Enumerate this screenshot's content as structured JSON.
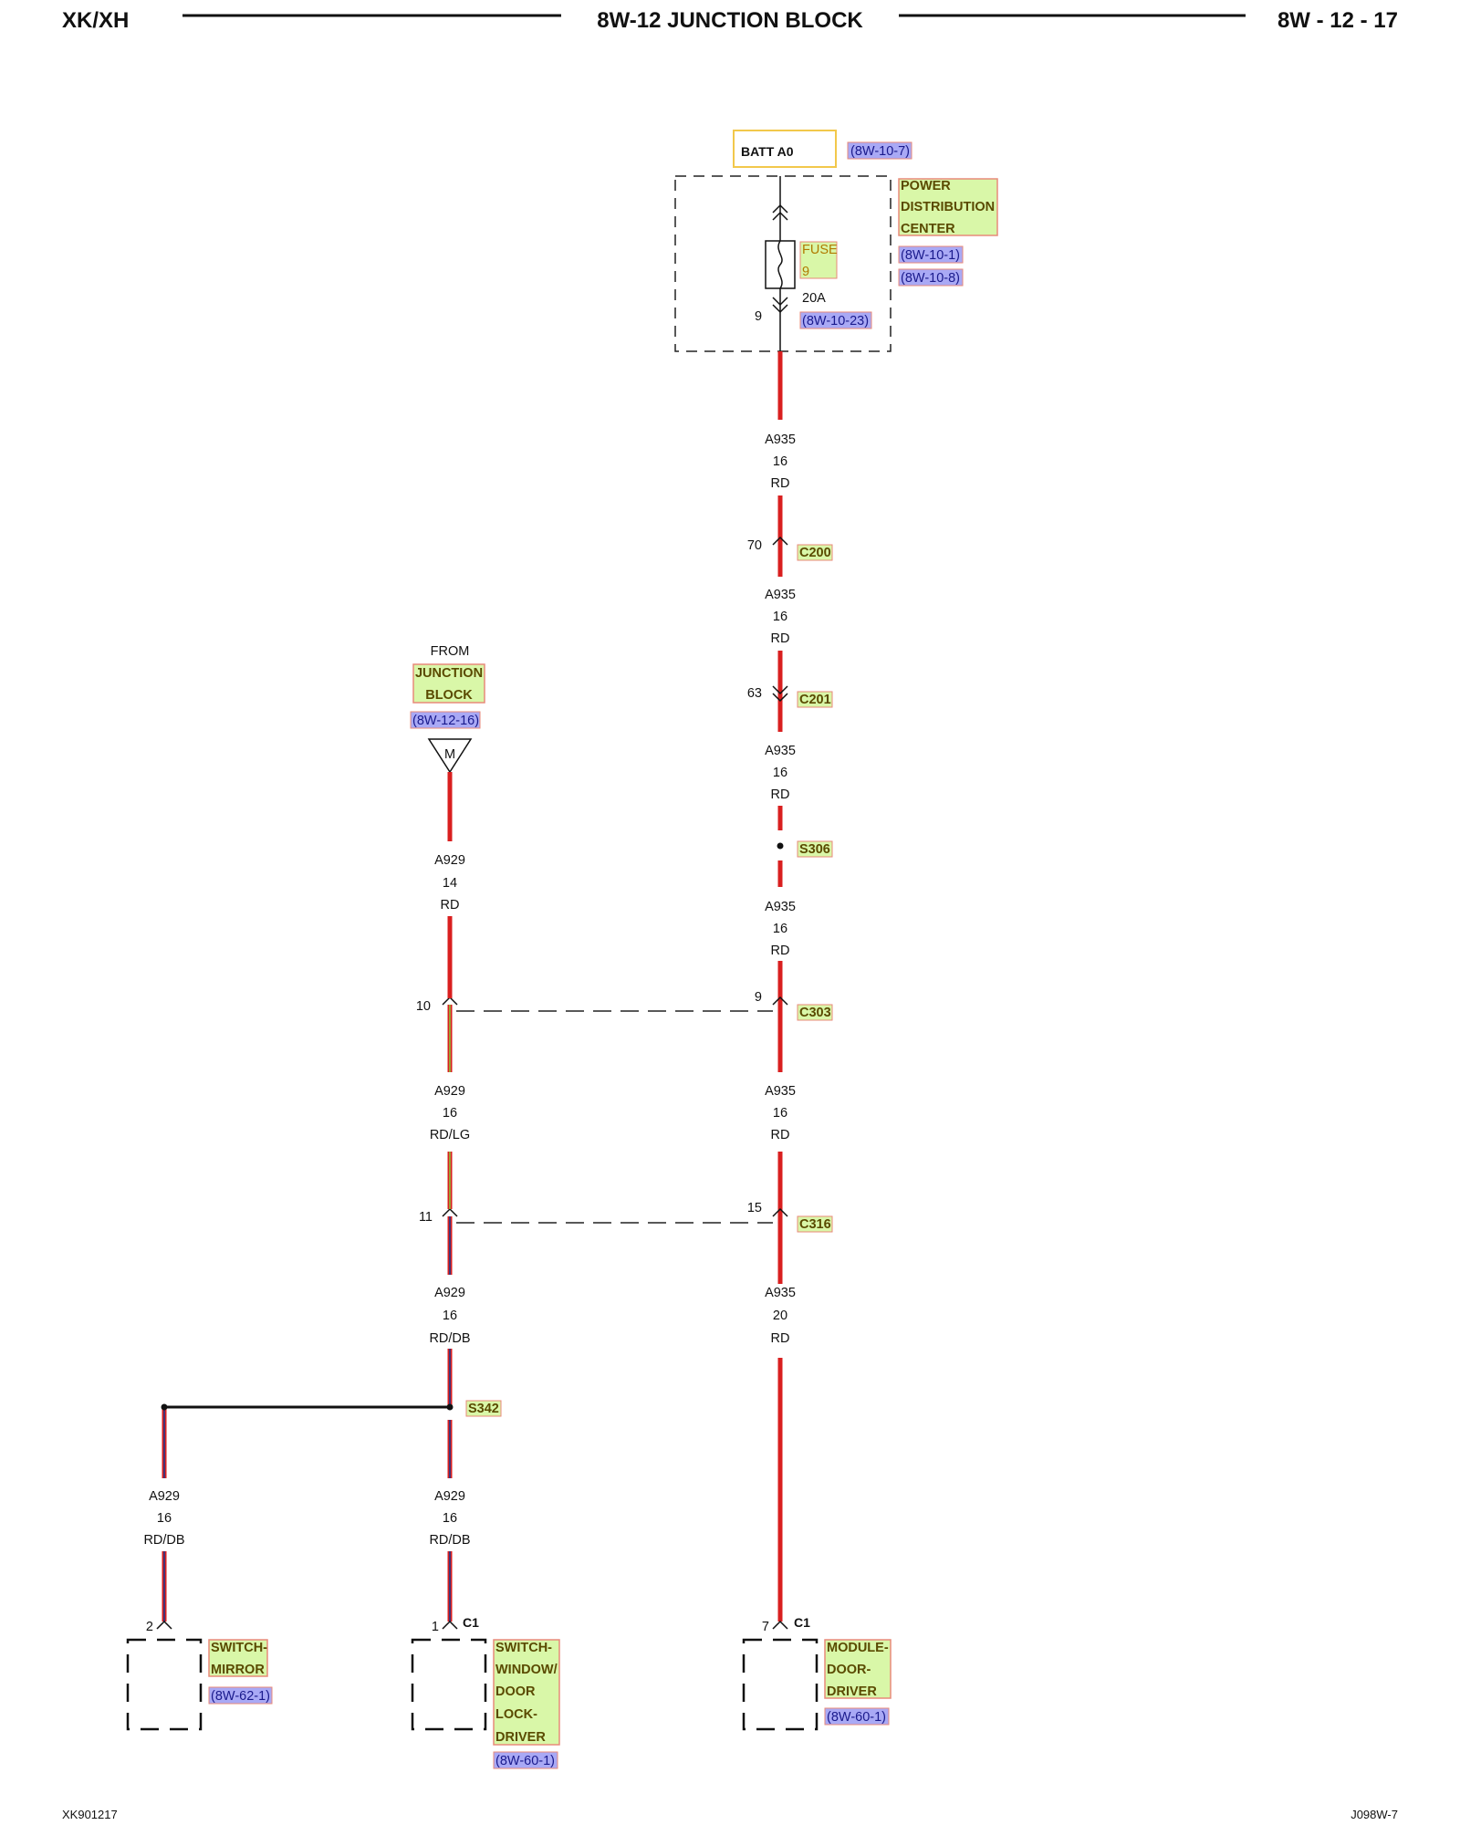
{
  "header": {
    "left": "XK/XH",
    "title": "8W-12 JUNCTION BLOCK",
    "page": "8W - 12 - 17"
  },
  "footer": {
    "left": "XK901217",
    "right": "J098W-7"
  },
  "colors": {
    "wire_red": "#d91f1f",
    "wire_light_green_tracer": "#8fc23a",
    "wire_dark_blue_tracer": "#1f3a8f",
    "component_label_bg": "#d9f7a8",
    "component_label_border": "#e88a7a",
    "page_ref_bg": "#a9a9f5",
    "batt_box_border": "#f2c84b"
  },
  "source": {
    "batt_label": "BATT A0",
    "batt_ref": "(8W-10-7)",
    "pdc_lines": [
      "POWER",
      "DISTRIBUTION",
      "CENTER"
    ],
    "pdc_refs": [
      "(8W-10-1)",
      "(8W-10-8)"
    ],
    "fuse_lines": [
      "FUSE",
      "9"
    ],
    "fuse_rating": "20A",
    "fuse_ref": "(8W-10-23)",
    "fuse_pin": "9"
  },
  "from_jb": {
    "from": "FROM",
    "lines": [
      "JUNCTION",
      "BLOCK"
    ],
    "ref": "(8W-12-16)",
    "marker": "M"
  },
  "wire_labels": {
    "a935_1": [
      "A935",
      "16",
      "RD"
    ],
    "a935_2": [
      "A935",
      "16",
      "RD"
    ],
    "a935_3": [
      "A935",
      "16",
      "RD"
    ],
    "a935_4": [
      "A935",
      "16",
      "RD"
    ],
    "a935_5": [
      "A935",
      "16",
      "RD"
    ],
    "a935_6": [
      "A935",
      "20",
      "RD"
    ],
    "a929_1": [
      "A929",
      "14",
      "RD"
    ],
    "a929_2": [
      "A929",
      "16",
      "RD/LG"
    ],
    "a929_3": [
      "A929",
      "16",
      "RD/DB"
    ],
    "a929_4": [
      "A929",
      "16",
      "RD/DB"
    ],
    "a929_5": [
      "A929",
      "16",
      "RD/DB"
    ]
  },
  "connectors": {
    "c200": {
      "name": "C200",
      "pin": "70"
    },
    "c201": {
      "name": "C201",
      "pin": "63"
    },
    "c303": {
      "name": "C303",
      "pin_right": "9",
      "pin_left": "10"
    },
    "c316": {
      "name": "C316",
      "pin_right": "15",
      "pin_left": "11"
    }
  },
  "splices": {
    "s306": "S306",
    "s342": "S342"
  },
  "components": {
    "mirror": {
      "pin": "2",
      "lines": [
        "SWITCH-",
        "MIRROR"
      ],
      "ref": "(8W-62-1)"
    },
    "window": {
      "pin": "1",
      "conn": "C1",
      "lines": [
        "SWITCH-",
        "WINDOW/",
        "DOOR",
        "LOCK-",
        "DRIVER"
      ],
      "ref": "(8W-60-1)"
    },
    "module": {
      "pin": "7",
      "conn": "C1",
      "lines": [
        "MODULE-",
        "DOOR-",
        "DRIVER"
      ],
      "ref": "(8W-60-1)"
    }
  }
}
